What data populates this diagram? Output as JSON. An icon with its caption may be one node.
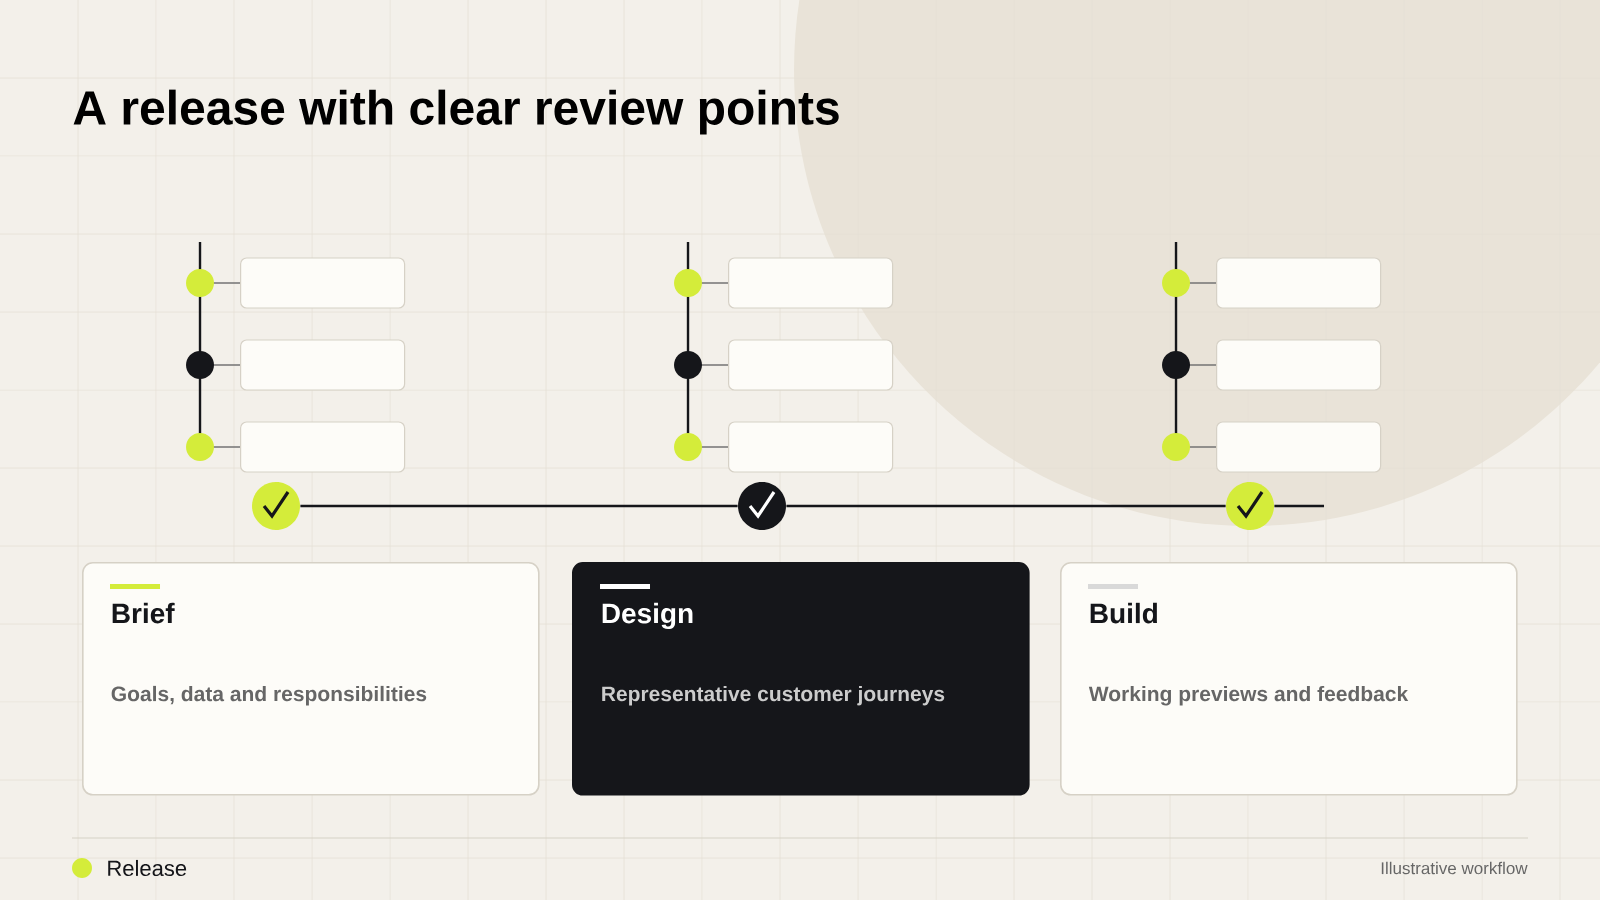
{
  "diagram": {
    "title": "A release with clear review points",
    "nodes": [
      {
        "text": [
          "Brief",
          "Goals, data and responsibilities"
        ]
      },
      {
        "text": [
          "Design",
          "Representative customer journeys"
        ]
      },
      {
        "text": [
          "Build",
          "Working previews and feedback"
        ]
      },
      {
        "text": [],
        "shape": "circle"
      },
      {
        "text": [],
        "shape": "circle"
      },
      {
        "text": [],
        "shape": "circle"
      },
      {
        "text": [],
        "shape": "box"
      },
      {
        "text": [],
        "shape": "box"
      },
      {
        "text": [],
        "shape": "box"
      },
      {
        "text": [],
        "shape": "box"
      },
      {
        "text": [],
        "shape": "box"
      },
      {
        "text": [],
        "shape": "box"
      },
      {
        "text": [],
        "shape": "box"
      },
      {
        "text": [],
        "shape": "box"
      },
      {
        "text": [],
        "shape": "box"
      }
    ],
    "edges": [
      {
        "from": 3,
        "to": 4,
        "arrow": "none"
      },
      {
        "from": 4,
        "to": 5,
        "arrow": "none"
      },
      {
        "from": 5,
        "to": null,
        "arrow": "none"
      }
    ],
    "labels": [
      "Illustrative workflow"
    ],
    "legend": [
      {
        "text": "Release",
        "color": "#d4ec3a"
      }
    ]
  }
}
